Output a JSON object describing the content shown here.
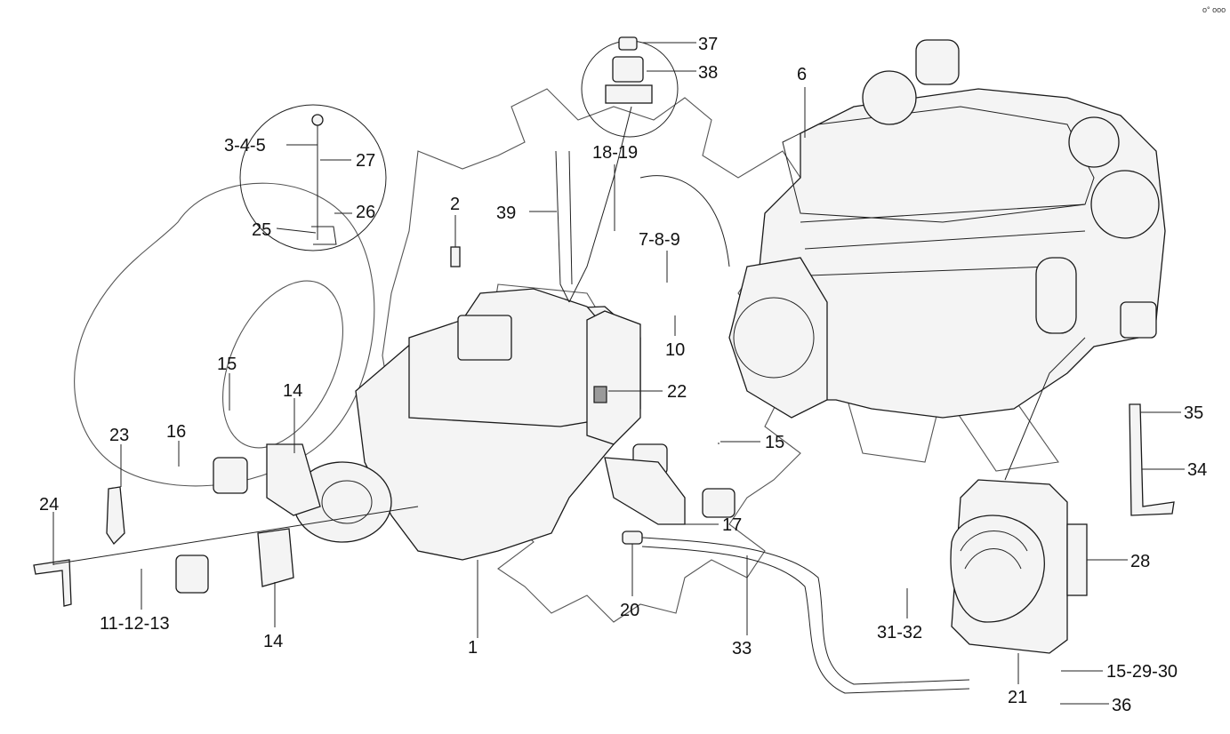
{
  "corner_mark": "o° ooo",
  "callouts": [
    {
      "id": "37",
      "text": "37"
    },
    {
      "id": "38",
      "text": "38"
    },
    {
      "id": "6",
      "text": "6"
    },
    {
      "id": "3-4-5",
      "text": "3-4-5"
    },
    {
      "id": "27",
      "text": "27"
    },
    {
      "id": "18-19",
      "text": "18-19"
    },
    {
      "id": "2",
      "text": "2"
    },
    {
      "id": "26",
      "text": "26"
    },
    {
      "id": "39",
      "text": "39"
    },
    {
      "id": "25",
      "text": "25"
    },
    {
      "id": "7-8-9",
      "text": "7-8-9"
    },
    {
      "id": "10",
      "text": "10"
    },
    {
      "id": "15a",
      "text": "15"
    },
    {
      "id": "14a",
      "text": "14"
    },
    {
      "id": "22",
      "text": "22"
    },
    {
      "id": "23",
      "text": "23"
    },
    {
      "id": "16",
      "text": "16"
    },
    {
      "id": "15b",
      "text": "15"
    },
    {
      "id": "35",
      "text": "35"
    },
    {
      "id": "34",
      "text": "34"
    },
    {
      "id": "24",
      "text": "24"
    },
    {
      "id": "17",
      "text": "17"
    },
    {
      "id": "28",
      "text": "28"
    },
    {
      "id": "11-12-13",
      "text": "11-12-13"
    },
    {
      "id": "20",
      "text": "20"
    },
    {
      "id": "14b",
      "text": "14"
    },
    {
      "id": "31-32",
      "text": "31-32"
    },
    {
      "id": "1",
      "text": "1"
    },
    {
      "id": "33",
      "text": "33"
    },
    {
      "id": "15-29-30",
      "text": "15-29-30"
    },
    {
      "id": "21",
      "text": "21"
    },
    {
      "id": "36",
      "text": "36"
    }
  ]
}
